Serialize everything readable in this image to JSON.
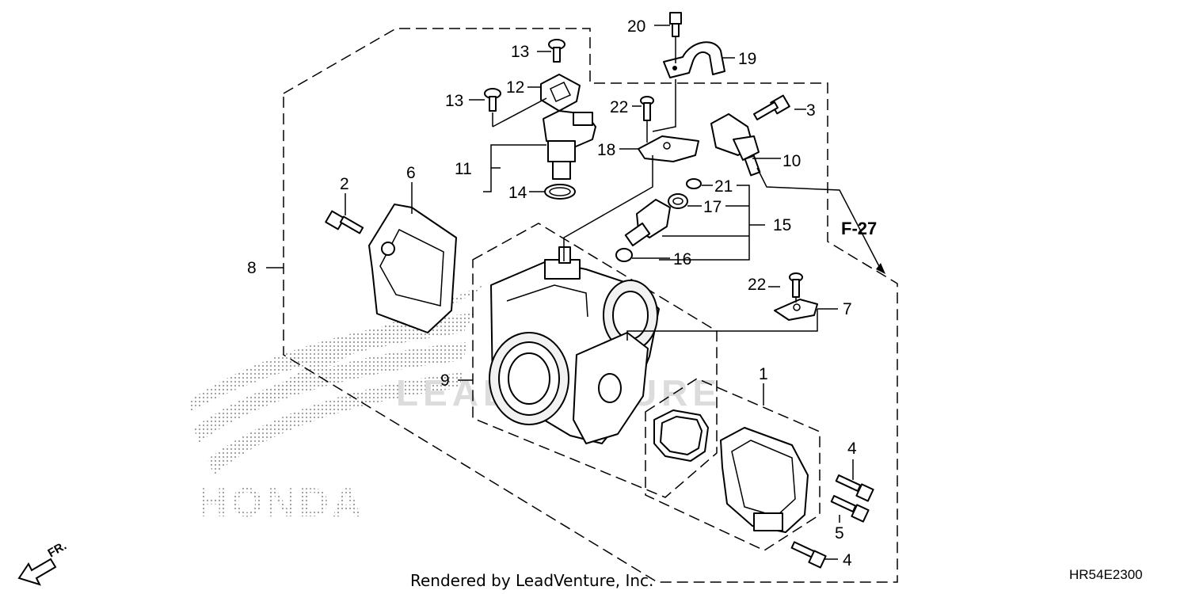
{
  "diagram": {
    "callouts": {
      "c1": "1",
      "c2": "2",
      "c3": "3",
      "c4a": "4",
      "c4b": "4",
      "c5": "5",
      "c6": "6",
      "c7": "7",
      "c8": "8",
      "c9": "9",
      "c10": "10",
      "c11": "11",
      "c12": "12",
      "c13a": "13",
      "c13b": "13",
      "c14": "14",
      "c15": "15",
      "c16": "16",
      "c17": "17",
      "c18": "18",
      "c19": "19",
      "c20": "20",
      "c21": "21",
      "c22a": "22",
      "c22b": "22"
    },
    "reference": "F-27",
    "front_marker": "FR.",
    "watermark_logo": "HONDA",
    "watermark_text": "LEADVENTURE",
    "footer": "Rendered by LeadVenture, Inc.",
    "diagram_code": "HR54E2300"
  }
}
